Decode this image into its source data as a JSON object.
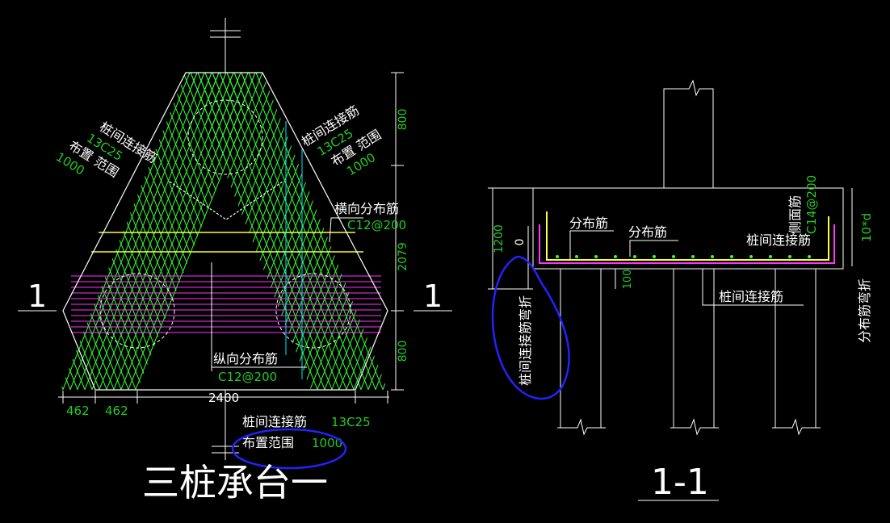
{
  "colors": {
    "background": "#000000",
    "outline": "#ffffff",
    "rebar_green": "#33ff33",
    "dim_green": "#22cc22",
    "yellow": "#ffff33",
    "magenta": "#ff33ff",
    "cyan": "#00e5ff",
    "annotation_blue": "#2222ff"
  },
  "plan": {
    "title": "三桩承台一",
    "section_mark_left": "1",
    "section_mark_right": "1",
    "label_left_1": "桩间连接筋",
    "label_left_2": "13C25",
    "label_left_3": "布置 范围",
    "label_left_4": "1000",
    "label_right_1": "桩间连接筋",
    "label_right_2": "13C25",
    "label_right_3": "布置 范围",
    "label_right_4": "1000",
    "transverse_label": "横向分布筋",
    "transverse_spec": "C12@200",
    "longitudinal_label": "纵向分布筋",
    "longitudinal_spec": "C12@200",
    "dim_top": "800",
    "dim_mid": "2079",
    "dim_bottom": "800",
    "dim_width": "2400",
    "dim_left_1": "462",
    "dim_left_2": "462",
    "bottom_note_1": "桩间连接筋",
    "bottom_note_2": "13C25",
    "bottom_note_3": "布置范围",
    "bottom_note_4": "1000"
  },
  "section": {
    "title": "1-1",
    "dim_height": "1200",
    "dim_zero": "0",
    "dim_100": "100",
    "label_dist_1": "分布筋",
    "label_dist_2": "分布筋",
    "label_side_1": "侧面筋",
    "label_side_2": "C14@200",
    "label_connect": "桩间连接筋",
    "label_connect_bottom": "桩间连接筋",
    "label_bend_left": "桩间连接筋弯折",
    "label_bend_right": "分布筋弯折",
    "label_10d": "10*d"
  }
}
